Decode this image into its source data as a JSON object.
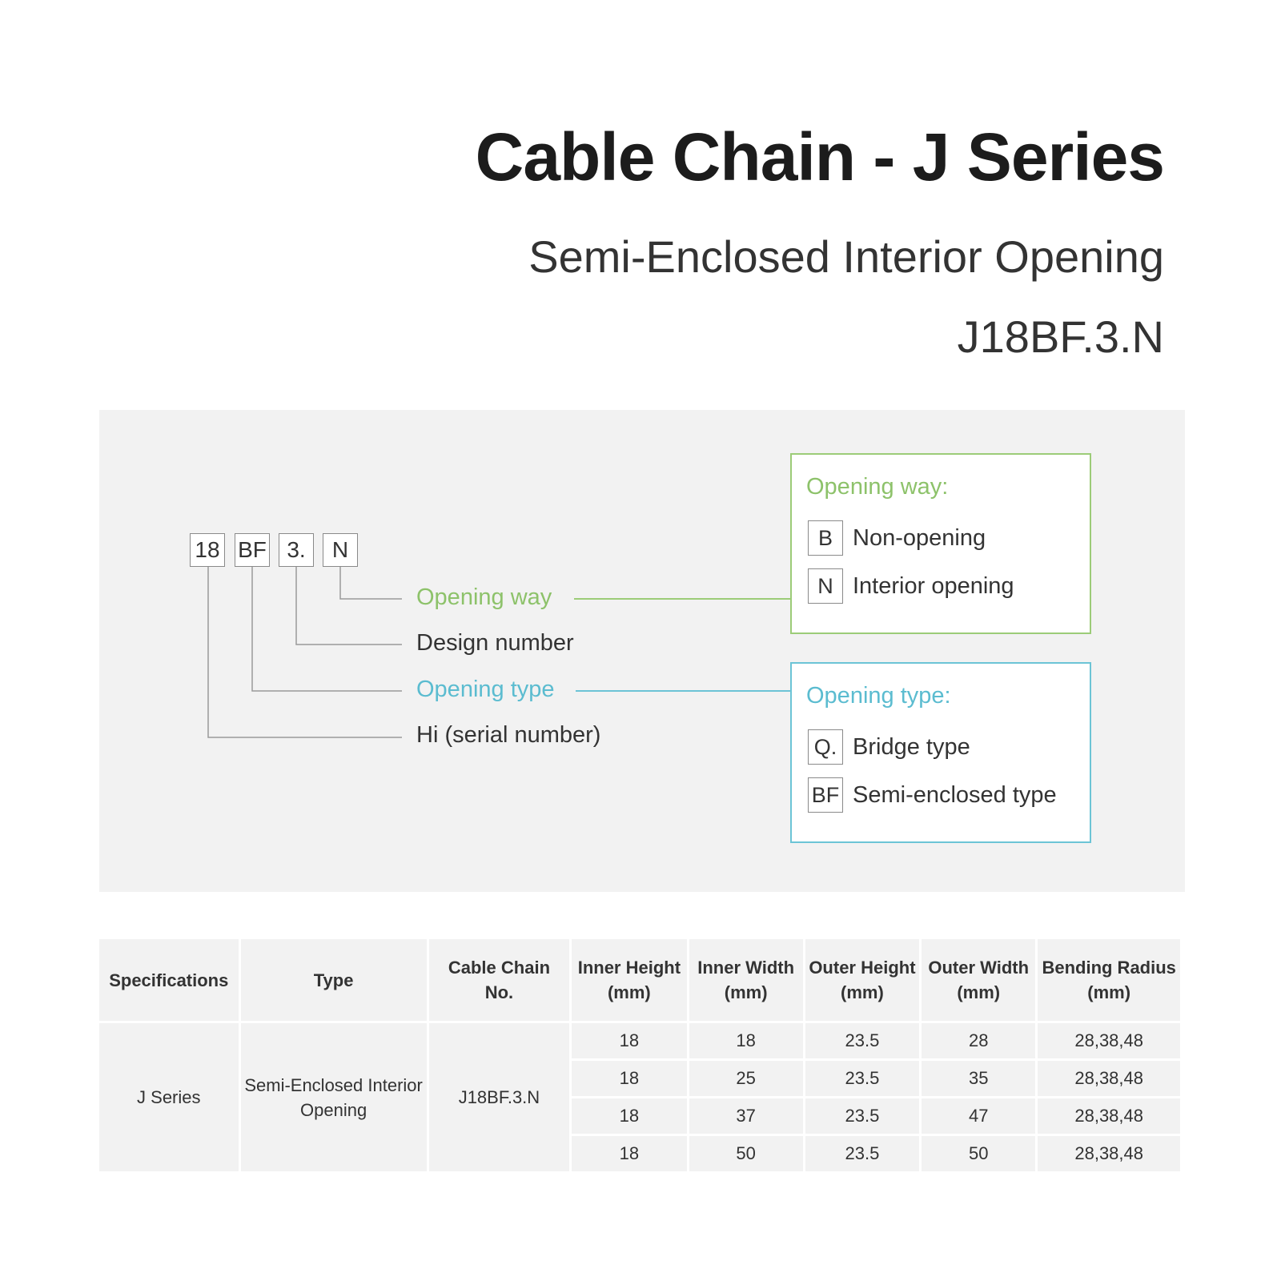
{
  "header": {
    "title": "Cable Chain - J Series",
    "subtitle": "Semi-Enclosed Interior Opening",
    "model": "J18BF.3.N"
  },
  "diagram": {
    "code_parts": [
      "18",
      "BF",
      "3.",
      "N"
    ],
    "labels": {
      "opening_way": "Opening way",
      "design_number": "Design number",
      "opening_type": "Opening type",
      "serial": "Hi (serial number)"
    },
    "opening_way_box": {
      "title": "Opening way:",
      "options": [
        {
          "code": "B",
          "text": "Non-opening"
        },
        {
          "code": "N",
          "text": "Interior opening"
        }
      ]
    },
    "opening_type_box": {
      "title": "Opening type:",
      "options": [
        {
          "code": "Q.",
          "text": "Bridge type"
        },
        {
          "code": "BF",
          "text": "Semi-enclosed type"
        }
      ]
    },
    "colors": {
      "green": "#8dc26a",
      "blue": "#5bbcd0",
      "line_gray": "#9a9a9a"
    }
  },
  "table": {
    "headers": [
      "Specifications",
      "Type",
      "Cable Chain No.",
      "Inner Height (mm)",
      "Inner Width (mm)",
      "Outer Height (mm)",
      "Outer Width (mm)",
      "Bending Radius (mm)"
    ],
    "specification": "J Series",
    "type": "Semi-Enclosed Interior Opening",
    "chain_no": "J18BF.3.N",
    "rows": [
      [
        "18",
        "18",
        "23.5",
        "28",
        "28,38,48"
      ],
      [
        "18",
        "25",
        "23.5",
        "35",
        "28,38,48"
      ],
      [
        "18",
        "37",
        "23.5",
        "47",
        "28,38,48"
      ],
      [
        "18",
        "50",
        "23.5",
        "50",
        "28,38,48"
      ]
    ]
  }
}
